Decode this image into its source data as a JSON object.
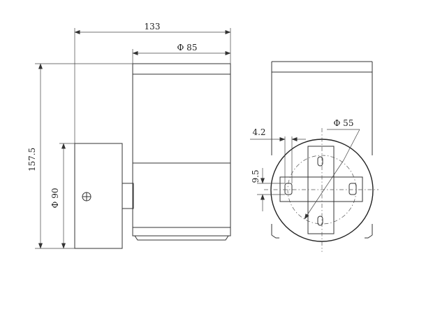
{
  "dimensions": {
    "total_width": "133",
    "body_diameter": "Φ 85",
    "total_height": "157.5",
    "base_diameter": "Φ 90",
    "slot_width": "4.2",
    "mount_circle": "Φ 55",
    "slot_length": "9.5"
  }
}
